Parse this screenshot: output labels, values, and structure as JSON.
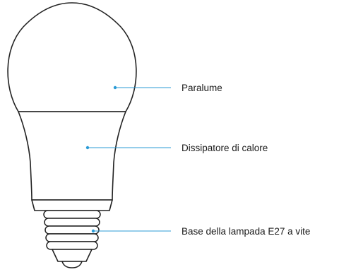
{
  "colors": {
    "outline": "#222222",
    "callout_accent": "#2b9bd6"
  },
  "callouts": {
    "shade": {
      "label": "Paralume"
    },
    "heat_sink": {
      "label": "Dissipatore di calore"
    },
    "base": {
      "label": "Base della lampada E27 a vite"
    }
  }
}
